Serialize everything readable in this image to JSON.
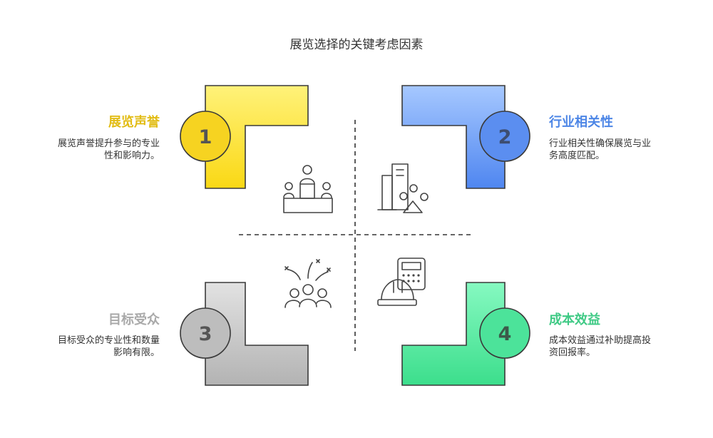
{
  "title": "展览选择的关键考虑因素",
  "colors": {
    "yellow": "#f6d321",
    "blue": "#5b8ef0",
    "gray": "#bdbdbd",
    "green": "#4ce39a"
  },
  "quadrants": [
    {
      "number": "1",
      "title": "展览声誉",
      "desc_line1": "展览声誉提升参与的专业",
      "desc_line2": "性和影响力。",
      "title_color": "#e2bc14",
      "icon": "podium-audience-icon"
    },
    {
      "number": "2",
      "title": "行业相关性",
      "desc_line1": "行业相关性确保展览与业",
      "desc_line2": "务高度匹配。",
      "title_color": "#4d86e6",
      "icon": "industry-building-icon"
    },
    {
      "number": "3",
      "title": "目标受众",
      "desc_line1": "目标受众的专业性和数量",
      "desc_line2": "影响有限。",
      "title_color": "#a9a9a9",
      "icon": "crowd-celebration-icon"
    },
    {
      "number": "4",
      "title": "成本效益",
      "desc_line1": "成本效益通过补助提高投",
      "desc_line2": "资回报率。",
      "title_color": "#3fca85",
      "icon": "calculator-hardhat-icon"
    }
  ]
}
